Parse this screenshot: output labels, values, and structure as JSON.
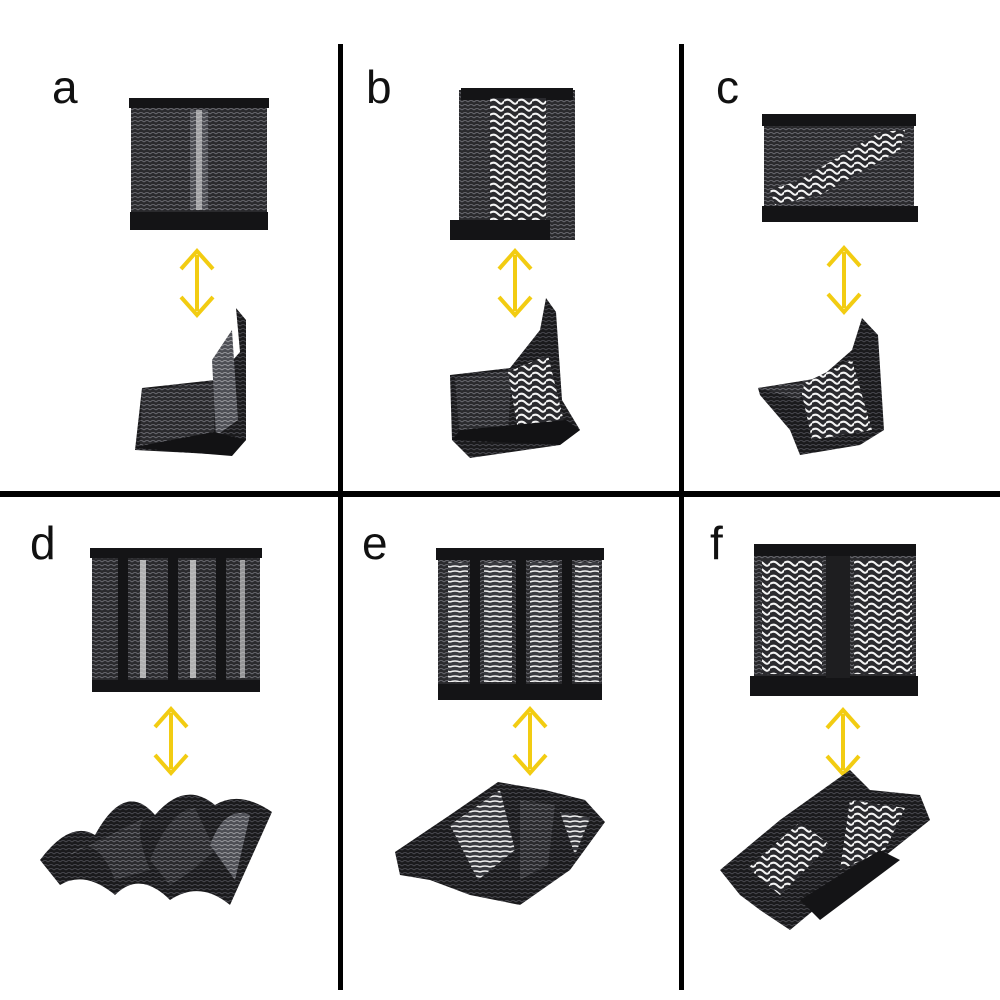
{
  "panels": [
    {
      "id": "a",
      "label": "a"
    },
    {
      "id": "b",
      "label": "b"
    },
    {
      "id": "c",
      "label": "c"
    },
    {
      "id": "d",
      "label": "d"
    },
    {
      "id": "e",
      "label": "e"
    },
    {
      "id": "f",
      "label": "f"
    }
  ],
  "colors": {
    "arrow": "#f2cc12",
    "fabric_dark": "#1c1c1e",
    "fabric_mid": "#55565b",
    "yarn_white": "#ececec",
    "divider": "#000000"
  },
  "icons": {
    "arrow": "double-headed-vertical-arrow-icon"
  }
}
